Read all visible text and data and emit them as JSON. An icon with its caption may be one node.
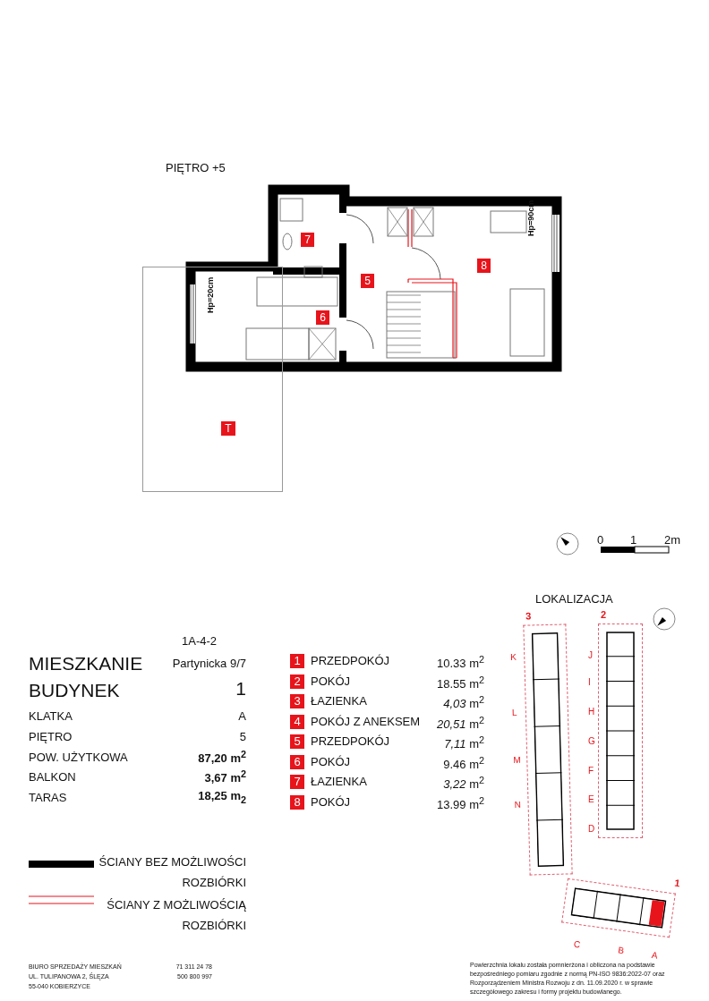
{
  "diagram": {
    "title": "PIĘTRO +5",
    "nodes": [
      {
        "text": [
          "7"
        ]
      },
      {
        "text": [
          "5"
        ]
      },
      {
        "text": [
          "8"
        ]
      },
      {
        "text": [
          "6"
        ]
      },
      {
        "text": [
          "T"
        ]
      },
      {
        "text": [
          "3"
        ],
        "beside": [
          "K",
          "L",
          "M",
          "N"
        ]
      },
      {
        "text": [
          "2"
        ],
        "beside": [
          "J",
          "I",
          "H",
          "G",
          "F",
          "E",
          "D"
        ]
      },
      {
        "text": [
          "1"
        ],
        "beside": [
          "C",
          "B",
          "A"
        ]
      },
      {
        "text": [
          "1"
        ],
        "beside": [
          "PRZEDPOKÓJ"
        ]
      },
      {
        "text": [
          "2"
        ],
        "beside": [
          "POKÓJ"
        ]
      },
      {
        "text": [
          "3"
        ],
        "beside": [
          "ŁAZIENKA"
        ]
      },
      {
        "text": [
          "4"
        ],
        "beside": [
          "POKÓJ Z ANEKSEM"
        ]
      },
      {
        "text": [
          "5"
        ],
        "beside": [
          "PRZEDPOKÓJ"
        ]
      },
      {
        "text": [
          "6"
        ],
        "beside": [
          "POKÓJ"
        ]
      },
      {
        "text": [
          "7"
        ],
        "beside": [
          "ŁAZIENKA"
        ]
      },
      {
        "text": [
          "8"
        ],
        "beside": [
          "POKÓJ"
        ]
      }
    ],
    "labels": [
      "Hp=90cm",
      "Hp=20cm",
      "0",
      "1",
      "2m",
      "LOKALIZACJA",
      "1A-4-2",
      "MIESZKANIE",
      "Partynicka 9/7",
      "BUDYNEK",
      "1",
      "KLATKA",
      "A",
      "PIĘTRO",
      "5",
      "POW. UŻYTKOWA",
      "87,20 m$^{2}$",
      "BALKON",
      "3,67 m$^{2}$",
      "TARAS",
      "18,25 m$_{2}$",
      "10.33 m$^{2}$",
      "18.55 m$^{2}$",
      "*4,03* m$^{2}$",
      "*20,51* m$^{2}$",
      "*7,11* m$^{2}$",
      "9.46 m$^{2}$",
      "*3,22* m$^{2}$",
      "13.99 m$^{2}$",
      "BIURO SPRZEDAŻY MIESZKAŃ",
      "UL. TULIPANOWA 2, ŚLĘZA",
      "55-040 KOBIERZYCE",
      "71 311 24 78",
      "500 800 997",
      "Powierzchnia lokalu została pomnierżona i obliczona na podstawie bezpośredniego pomiaru zgodnie z normą PN-ISO 9836:2022-07 oraz Rozporządzeniem Ministra Rozwoju z dn. 11.09.2020 r. w sprawie szczegółowego zakresu i formy projektu budowlanego."
    ],
    "legend": [
      {
        "text": "ŚCIANY BEZ MOŻLIWOŚCI ROZBIÓRKI"
      },
      {
        "text": "ŚCIANY Z MOŻLIWOŚCIĄ ROZBIÓRKI"
      }
    ]
  }
}
